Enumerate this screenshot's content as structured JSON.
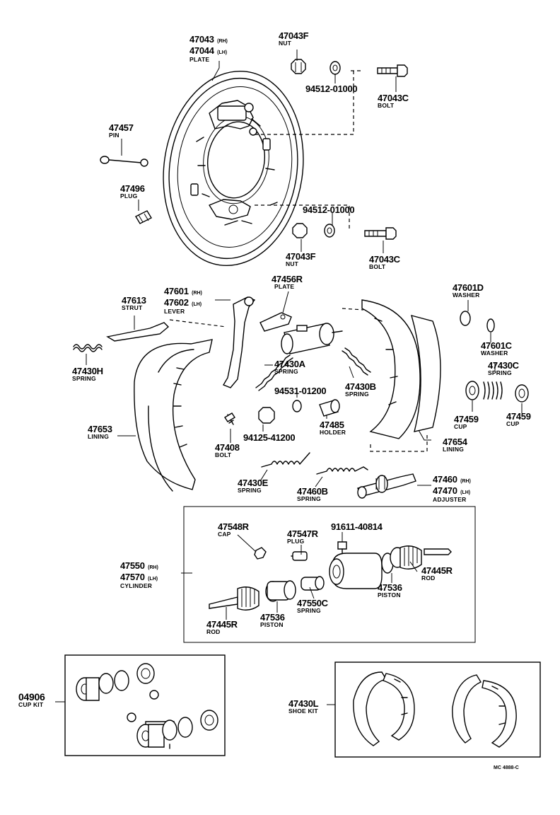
{
  "parts": {
    "plate_rh": {
      "number": "47043",
      "tag": "(RH)"
    },
    "plate_lh": {
      "number": "47044",
      "tag": "(LH)"
    },
    "plate_name": "PLATE",
    "nut_top": {
      "number": "47043F",
      "name": "NUT"
    },
    "washer_top": {
      "number": "94512-01000"
    },
    "bolt_top": {
      "number": "47043C",
      "name": "BOLT"
    },
    "pin": {
      "number": "47457",
      "name": "PIN"
    },
    "plug": {
      "number": "47496",
      "name": "PLUG"
    },
    "washer_mid": {
      "number": "94512-01000"
    },
    "nut_mid": {
      "number": "47043F",
      "name": "NUT"
    },
    "bolt_mid": {
      "number": "47043C",
      "name": "BOLT"
    },
    "strut": {
      "number": "47613",
      "name": "STRUT"
    },
    "lever_rh": {
      "number": "47601",
      "tag": "(RH)"
    },
    "lever_lh": {
      "number": "47602",
      "tag": "(LH)"
    },
    "lever_name": "LEVER",
    "shoe_plate": {
      "number": "47456R",
      "name": "PLATE"
    },
    "washer_d": {
      "number": "47601D",
      "name": "WASHER"
    },
    "washer_c": {
      "number": "47601C",
      "name": "WASHER"
    },
    "spring_h": {
      "number": "47430H",
      "name": "SPRING"
    },
    "spring_a": {
      "number": "47430A",
      "name": "SPRING"
    },
    "spring_b": {
      "number": "47430B",
      "name": "SPRING"
    },
    "spring_c": {
      "number": "47430C",
      "name": "SPRING"
    },
    "washer_94531": {
      "number": "94531-01200"
    },
    "cup_left": {
      "number": "47459",
      "name": "CUP"
    },
    "cup_right": {
      "number": "47459",
      "name": "CUP"
    },
    "lining_left": {
      "number": "47653",
      "name": "LINING"
    },
    "lining_right": {
      "number": "47654",
      "name": "LINING"
    },
    "nut_94125": {
      "number": "94125-41200"
    },
    "holder": {
      "number": "47485",
      "name": "HOLDER"
    },
    "bolt_47408": {
      "number": "47408",
      "name": "BOLT"
    },
    "spring_e": {
      "number": "47430E",
      "name": "SPRING"
    },
    "spring_460b": {
      "number": "47460B",
      "name": "SPRING"
    },
    "adjuster_rh": {
      "number": "47460",
      "tag": "(RH)"
    },
    "adjuster_lh": {
      "number": "47470",
      "tag": "(LH)"
    },
    "adjuster_name": "ADJUSTER",
    "cap": {
      "number": "47548R",
      "name": "CAP"
    },
    "cyl_plug": {
      "number": "47547R",
      "name": "PLUG"
    },
    "bleeder": {
      "number": "91611-40814"
    },
    "cylinder_rh": {
      "number": "47550",
      "tag": "(RH)"
    },
    "cylinder_lh": {
      "number": "47570",
      "tag": "(LH)"
    },
    "cylinder_name": "CYLINDER",
    "rod_right": {
      "number": "47445R",
      "name": "ROD"
    },
    "piston_right": {
      "number": "47536",
      "name": "PISTON"
    },
    "spring_cyl": {
      "number": "47550C",
      "name": "SPRING"
    },
    "piston_left": {
      "number": "47536",
      "name": "PISTON"
    },
    "rod_left": {
      "number": "47445R",
      "name": "ROD"
    },
    "cup_kit": {
      "number": "04906",
      "name": "CUP KIT"
    },
    "shoe_kit": {
      "number": "47430L",
      "name": "SHOE KIT"
    }
  },
  "drawing_code": "MC 4888-C"
}
